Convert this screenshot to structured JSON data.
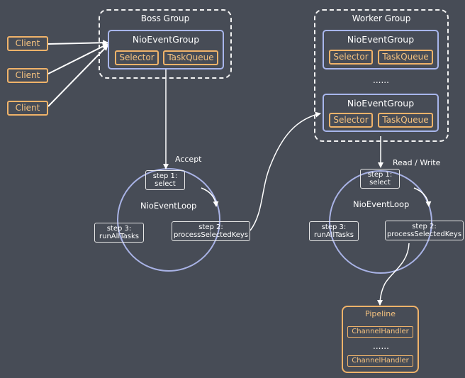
{
  "clients": [
    "Client",
    "Client",
    "Client"
  ],
  "boss_group": {
    "title": "Boss Group",
    "event_group": {
      "title": "NioEventGroup",
      "selector": "Selector",
      "task_queue": "TaskQueue"
    },
    "accept_label": "Accept",
    "loop": {
      "name": "NioEventLoop",
      "step1": "step 1:\nselect",
      "step2": "step 2:\nprocessSelectedKeys",
      "step3": "step 3:\nrunAllTasks"
    }
  },
  "worker_group": {
    "title": "Worker Group",
    "event_group_1": {
      "title": "NioEventGroup",
      "selector": "Selector",
      "task_queue": "TaskQueue"
    },
    "ellipsis": "......",
    "event_group_2": {
      "title": "NioEventGroup",
      "selector": "Selector",
      "task_queue": "TaskQueue"
    },
    "rw_label": "Read / Write",
    "loop": {
      "name": "NioEventLoop",
      "step1": "step 1:\nselect",
      "step2": "step 2:\nprocessSelectedKeys",
      "step3": "step 3:\nrunAllTasks"
    }
  },
  "pipeline": {
    "title": "Pipeline",
    "handler_1": "ChannelHandler",
    "ellipsis": "......",
    "handler_2": "ChannelHandler"
  },
  "colors": {
    "background": "#474c56",
    "client_border": "#f0b36a",
    "nio_border": "#a8b6ec",
    "loop_circle": "#a9b3e6",
    "arrow": "#ffffff"
  }
}
